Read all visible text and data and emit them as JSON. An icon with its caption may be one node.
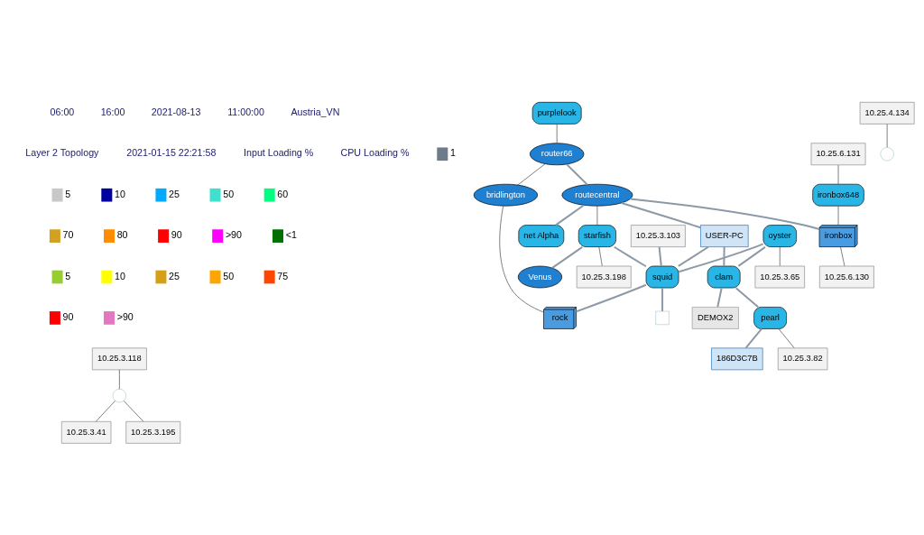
{
  "diagram": {
    "nodes": [
      {
        "text": [
          "10.25.3.118"
        ]
      },
      {
        "text": [],
        "shape": "circle"
      },
      {
        "text": [
          "10.25.3.41"
        ]
      },
      {
        "text": [
          "10.25.3.195"
        ]
      },
      {
        "text": [
          "purplelook"
        ]
      },
      {
        "text": [
          "router66"
        ]
      },
      {
        "text": [
          "oyster"
        ]
      },
      {
        "text": [
          "10.25.3.65"
        ]
      },
      {
        "text": [
          "10.25.4.134"
        ]
      },
      {
        "text": [],
        "shape": "circle"
      },
      {
        "text": [
          "routecentral"
        ]
      },
      {
        "text": [
          "clam"
        ]
      },
      {
        "text": [
          "USER-PC"
        ]
      },
      {
        "text": [
          "DEMOX2"
        ]
      },
      {
        "text": [
          "bridlington"
        ]
      },
      {
        "text": [
          "net Alpha"
        ]
      },
      {
        "text": [
          "squid"
        ]
      },
      {
        "text": [
          "10.25.3.103"
        ]
      },
      {
        "text": [],
        "shape": "box"
      },
      {
        "text": [
          "10.25.6.131"
        ]
      },
      {
        "text": [
          "ironbox648"
        ]
      },
      {
        "text": [
          "ironbox"
        ]
      },
      {
        "text": [
          "pearl"
        ]
      },
      {
        "text": [
          "186D3C7B"
        ]
      },
      {
        "text": [
          "starfish"
        ]
      },
      {
        "text": [
          "Venus"
        ]
      },
      {
        "text": [
          "10.25.3.82"
        ]
      },
      {
        "text": [
          "10.25.3.198"
        ]
      },
      {
        "text": [
          "10.25.6.130"
        ]
      },
      {
        "text": [
          "rock"
        ]
      }
    ],
    "edges": [
      {
        "from": 0,
        "to": 1,
        "arrow": "none",
        "color": "#404040"
      },
      {
        "from": 1,
        "to": 2,
        "arrow": "none",
        "color": "#404040"
      },
      {
        "from": 1,
        "to": 3,
        "arrow": "none",
        "color": "#404040"
      },
      {
        "from": 4,
        "to": 5,
        "arrow": "none",
        "color": "#404040"
      },
      {
        "from": 5,
        "to": 10,
        "arrow": "none"
      },
      {
        "from": 5,
        "to": 14,
        "arrow": "none",
        "color": "#404040"
      },
      {
        "from": 6,
        "to": 7,
        "arrow": "none",
        "color": "#404040"
      },
      {
        "from": 8,
        "to": 9,
        "arrow": "none",
        "color": "#404040"
      },
      {
        "from": 6,
        "to": 11,
        "arrow": "none"
      },
      {
        "from": 6,
        "to": 16,
        "arrow": "none"
      },
      {
        "from": 10,
        "to": 12,
        "arrow": "none"
      },
      {
        "from": 12,
        "to": 11,
        "arrow": "none"
      },
      {
        "from": 11,
        "to": 13,
        "arrow": "none"
      },
      {
        "from": 12,
        "to": 16,
        "arrow": "none"
      },
      {
        "from": 11,
        "to": 22,
        "arrow": "none"
      },
      {
        "from": 10,
        "to": 15,
        "arrow": "none"
      },
      {
        "from": 10,
        "to": 21,
        "arrow": "none"
      },
      {
        "from": 10,
        "to": 24,
        "arrow": "none",
        "color": "#404040"
      },
      {
        "from": 14,
        "to": 29,
        "arrow": "none",
        "color": "#404040"
      },
      {
        "from": 17,
        "to": 16,
        "arrow": "none"
      },
      {
        "from": 24,
        "to": 16,
        "arrow": "none"
      },
      {
        "from": 16,
        "to": 18,
        "arrow": "none"
      },
      {
        "from": 16,
        "to": 29,
        "arrow": "none"
      },
      {
        "from": 22,
        "to": 26,
        "arrow": "none",
        "color": "#404040"
      },
      {
        "from": 22,
        "to": 23,
        "arrow": "none"
      },
      {
        "from": 24,
        "to": 25,
        "arrow": "none"
      },
      {
        "from": 24,
        "to": 27,
        "arrow": "none",
        "color": "#404040"
      },
      {
        "from": 19,
        "to": 20,
        "arrow": "none",
        "color": "#404040"
      },
      {
        "from": 20,
        "to": 21,
        "arrow": "none",
        "color": "#404040"
      },
      {
        "from": 21,
        "to": 28,
        "arrow": "none",
        "color": "#404040"
      }
    ],
    "labels": [
      "06:00",
      "16:00",
      "2021-08-13",
      "11:00:00",
      "Austria_VN",
      "Layer 2 Topology",
      "2021-01-15 22:21:58",
      "Input Loading %",
      "CPU Loading %"
    ],
    "legend": [
      {
        "text": "1",
        "color": "#6e7b8b"
      },
      {
        "text": "5",
        "color": "#c8c8c8"
      },
      {
        "text": "10",
        "color": "#0000a0"
      },
      {
        "text": "25",
        "color": "#00aaff"
      },
      {
        "text": "50",
        "color": "#40e0d0"
      },
      {
        "text": "60",
        "color": "#00ff80"
      },
      {
        "text": "70",
        "color": "#d4a020"
      },
      {
        "text": "80",
        "color": "#ff8c00"
      },
      {
        "text": "90",
        "color": "#ff0000"
      },
      {
        "text": ">90",
        "color": "#ff00ff"
      },
      {
        "text": "<1",
        "color": "#007000"
      },
      {
        "text": "5",
        "color": "#99cc33"
      },
      {
        "text": "10",
        "color": "#ffff00"
      },
      {
        "text": "25",
        "color": "#d4a017"
      },
      {
        "text": "50",
        "color": "#ffa500"
      },
      {
        "text": "75",
        "color": "#ff4500"
      },
      {
        "text": "90",
        "color": "#ff0000"
      },
      {
        "text": ">90",
        "color": "#e377c2"
      }
    ]
  }
}
